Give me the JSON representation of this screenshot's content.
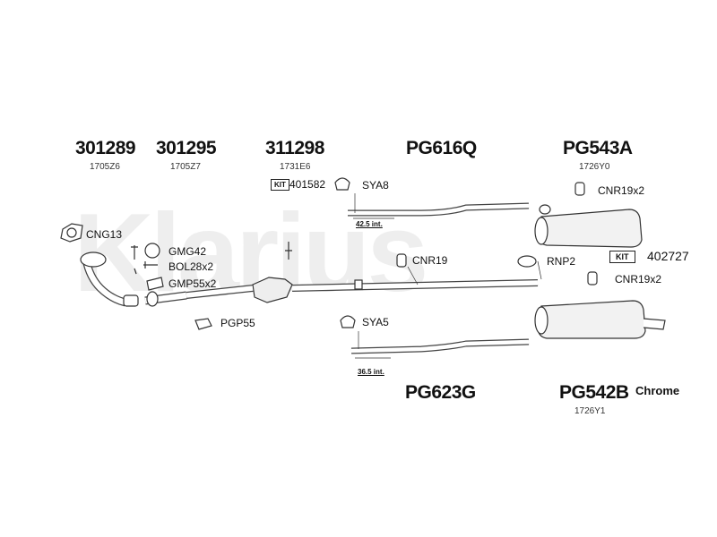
{
  "watermark": "Klarius",
  "parts": {
    "p301289": {
      "number": "301289",
      "ref": "1705Z6"
    },
    "p301295": {
      "number": "301295",
      "ref": "1705Z7"
    },
    "p311298": {
      "number": "311298",
      "ref": "1731E6",
      "kit_label": "KIT",
      "kit_number": "401582"
    },
    "pg616q": {
      "number": "PG616Q"
    },
    "pg543a": {
      "number": "PG543A",
      "ref": "1726Y0"
    },
    "pg623g": {
      "number": "PG623G"
    },
    "pg542b": {
      "number": "PG542B",
      "ref": "1726Y1",
      "finish": "Chrome"
    }
  },
  "fittings": {
    "cng13": "CNG13",
    "gmg42": "GMG42",
    "bol28": "BOL28x2",
    "gmp55": "GMP55x2",
    "pgp55": "PGP55",
    "sya8": "SYA8",
    "sya5": "SYA5",
    "cnr19": "CNR19",
    "cnr19x2_top": "CNR19x2",
    "cnr19x2_bottom": "CNR19x2",
    "rnp2": "RNP2"
  },
  "kit": {
    "label": "KIT",
    "number": "402727"
  },
  "dimensions": {
    "upper": "42.5 int.",
    "lower": "36.5 int."
  }
}
